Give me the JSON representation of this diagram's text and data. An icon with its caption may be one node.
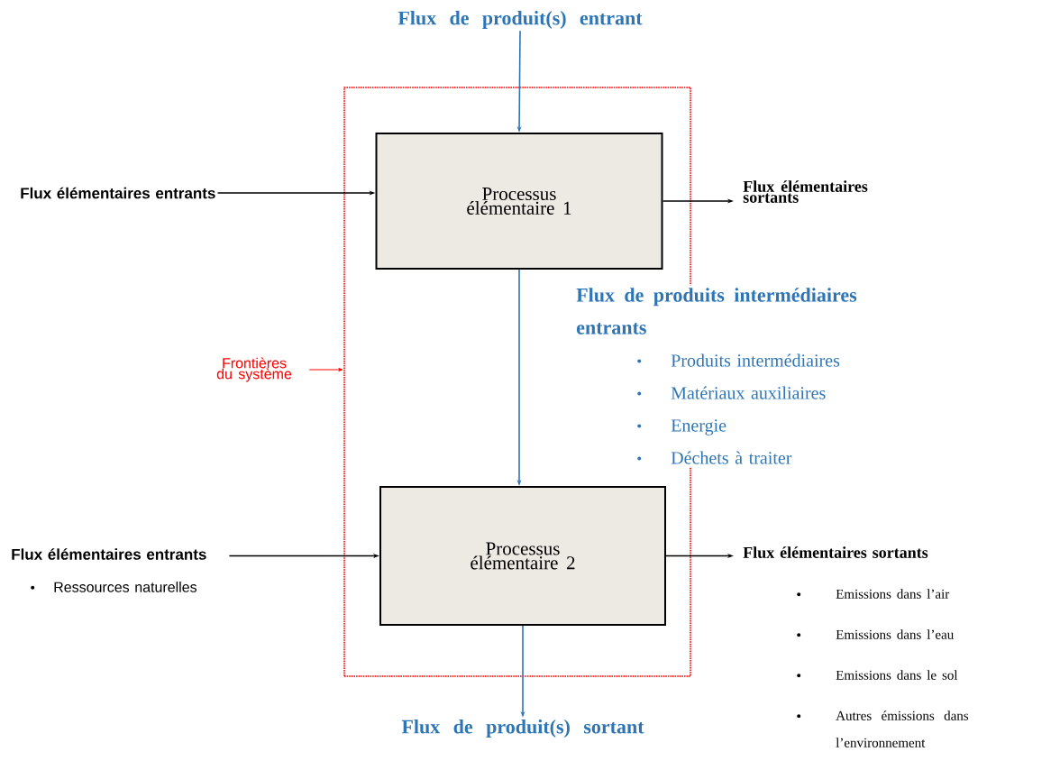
{
  "diagram": {
    "nodes": [
      {
        "text": [
          "Flux de produit(s) entrant"
        ]
      },
      {
        "text": [],
        "shape": "box"
      },
      {
        "text": [
          "Processus élémentaire 1"
        ],
        "in": 1
      },
      {
        "text": [
          "Flux élémentaires entrants"
        ]
      },
      {
        "text": [
          "Flux élémentaires sortants"
        ]
      },
      {
        "text": [
          "Frontières du système"
        ]
      },
      {
        "text": [
          "Processus élémentaire 2"
        ],
        "in": 1
      },
      {
        "text": [
          "Flux élémentaires entrants",
          "Ressources naturelles"
        ]
      },
      {
        "text": [
          "Flux élémentaires sortants",
          "Emissions dans l’air",
          "Emissions dans l’eau",
          "Emissions dans le sol",
          "Autres émissions dans l’environnement"
        ]
      },
      {
        "text": [
          "Flux de produit(s) sortant"
        ]
      }
    ],
    "edges": [
      {
        "from": 0,
        "to": 2,
        "arrow": "to",
        "color": "#2e75b6"
      },
      {
        "from": 3,
        "to": 2,
        "arrow": "to"
      },
      {
        "from": 2,
        "to": 4,
        "arrow": "to"
      },
      {
        "from": 2,
        "to": 6,
        "arrow": "to",
        "color": "#2e75b6"
      },
      {
        "from": 5,
        "to": 1,
        "arrow": "to",
        "color": "#ff0000"
      },
      {
        "from": 7,
        "to": 6,
        "arrow": "to"
      },
      {
        "from": 6,
        "to": 8,
        "arrow": "to"
      },
      {
        "from": 6,
        "to": 9,
        "arrow": "to",
        "color": "#2e75b6"
      }
    ],
    "labels": [
      "Flux de produits intermédiaires entrants",
      "Produits intermédiaires",
      "Matériaux auxiliaires",
      "Energie",
      "Déchets à traiter"
    ]
  }
}
